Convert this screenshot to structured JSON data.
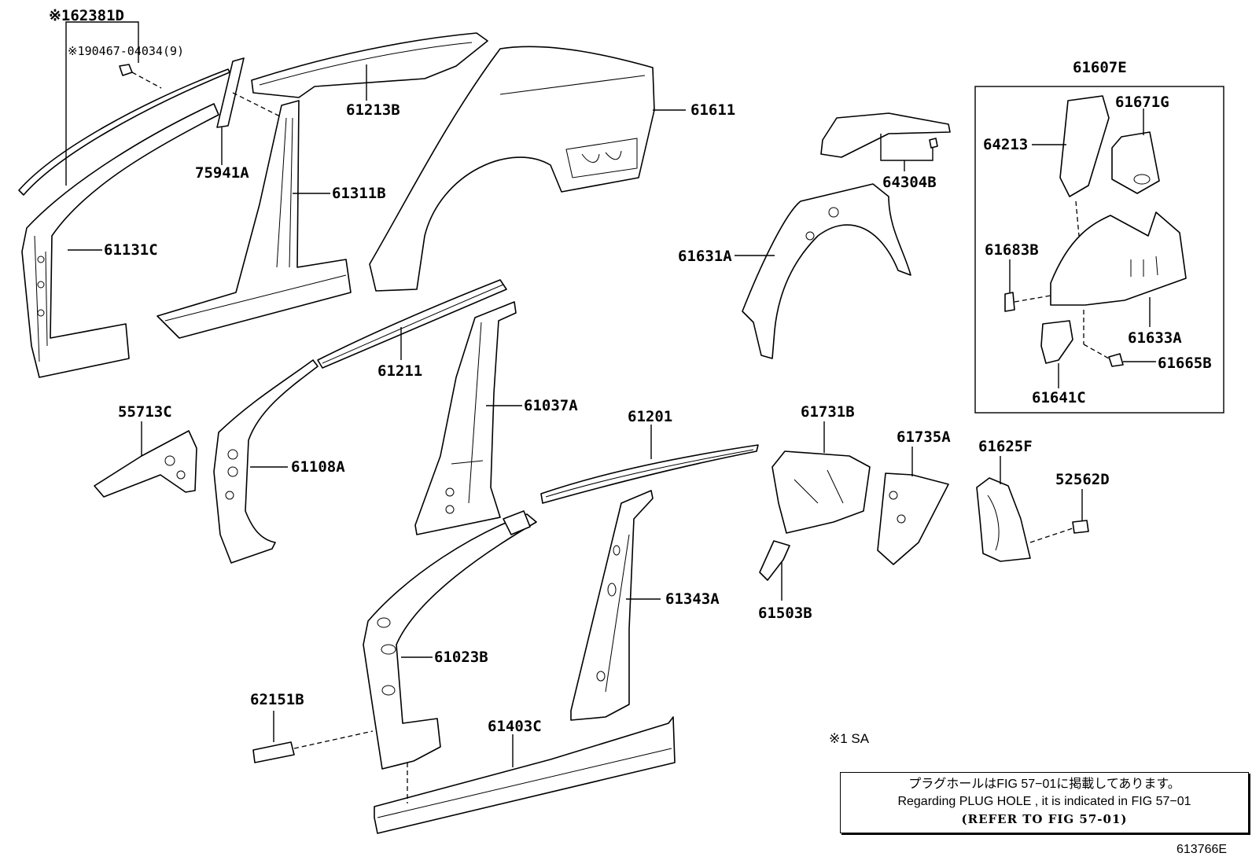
{
  "labels": {
    "p62381D": "※162381D",
    "p90467": "※190467-04034(9)",
    "p61213B": "61213B",
    "p61611": "61611",
    "p75941A": "75941A",
    "p61311B": "61311B",
    "p61131C": "61131C",
    "p64304B": "64304B",
    "p61631A": "61631A",
    "p61607E": "61607E",
    "p61671G": "61671G",
    "p64213": "64213",
    "p61683B": "61683B",
    "p61633A": "61633A",
    "p61665B": "61665B",
    "p61641C": "61641C",
    "p61211": "61211",
    "p55713C": "55713C",
    "p61037A": "61037A",
    "p61108A": "61108A",
    "p61201": "61201",
    "p61731B": "61731B",
    "p61735A": "61735A",
    "p61625F": "61625F",
    "p52562D": "52562D",
    "p61343A": "61343A",
    "p61503B": "61503B",
    "p61023B": "61023B",
    "p62151B": "62151B",
    "p61403C": "61403C"
  },
  "footnote": "※1 SA",
  "note": {
    "line1": "プラグホールはFIG 57−01に掲載してあります。",
    "line2": "Regarding  PLUG  HOLE , it is indicated in  FIG  57−01",
    "line3": "(REFER TO FIG 57-01)"
  },
  "figure_code": "613766E"
}
